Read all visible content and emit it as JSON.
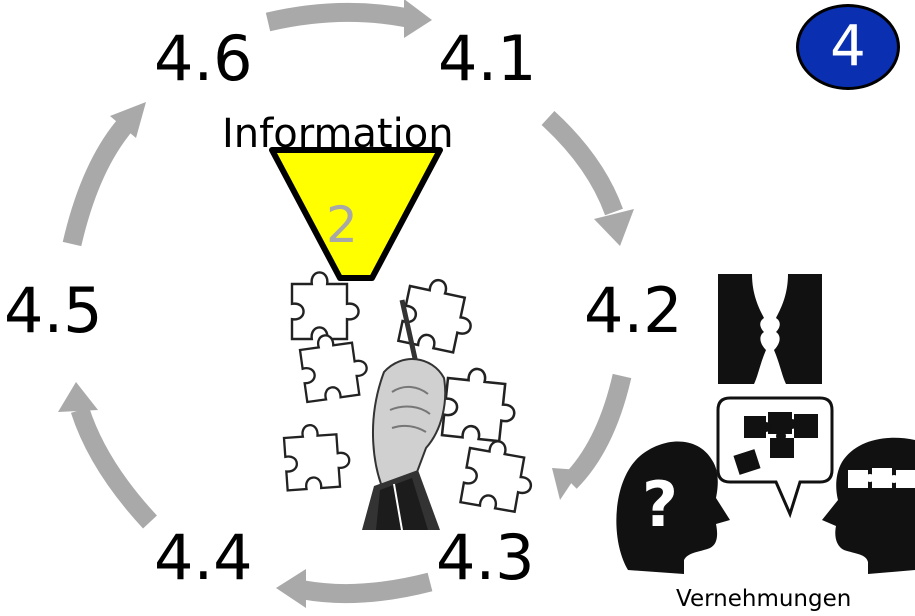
{
  "badge": {
    "number": "4",
    "color": "#0a2fb0"
  },
  "steps": {
    "s41": "4.1",
    "s42": "4.2",
    "s43": "4.3",
    "s44": "4.4",
    "s45": "4.5",
    "s46": "4.6"
  },
  "funnel": {
    "label": "Information",
    "number": "2",
    "color": "#ffff00"
  },
  "interview": {
    "label": "Vernehmungen"
  },
  "colors": {
    "arrow": "#a9a9a9",
    "silhouette": "#111111"
  },
  "icons": [
    "cycle-arrow-icon",
    "funnel-icon",
    "puzzle-piece-icon",
    "hand-drawing-icon",
    "faces-vase-icon",
    "speech-bubble-icon",
    "question-head-icon",
    "puzzle-head-icon"
  ]
}
